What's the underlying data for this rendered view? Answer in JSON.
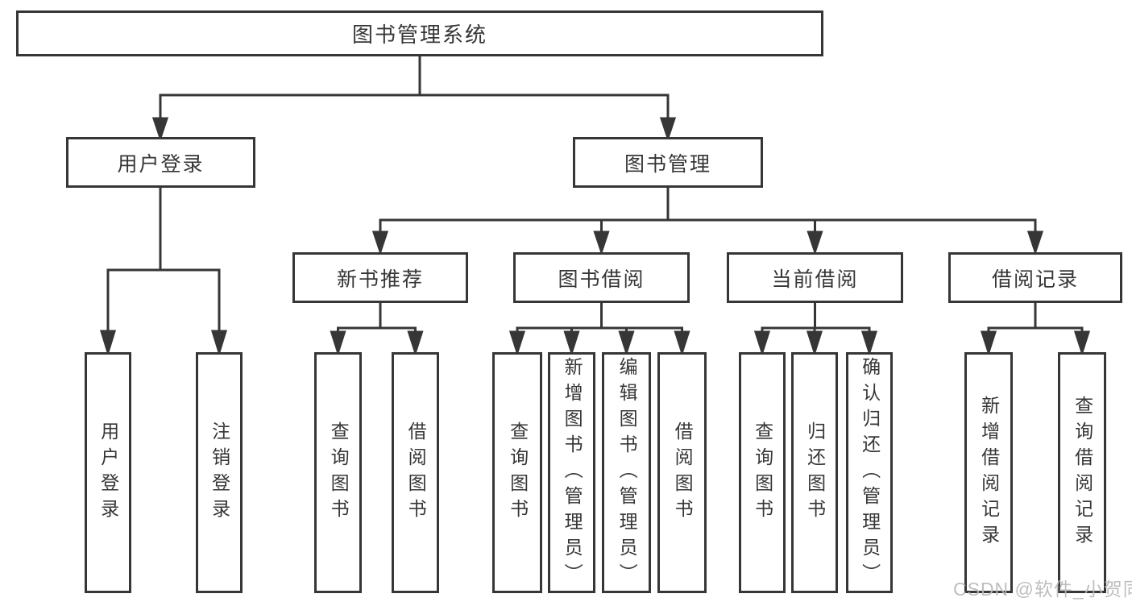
{
  "diagram": {
    "root": "图书管理系统",
    "user_login_branch": {
      "label": "用户登录",
      "children": [
        "用户登录",
        "注销登录"
      ]
    },
    "book_mgmt_branch": {
      "label": "图书管理",
      "sections": [
        {
          "label": "新书推荐",
          "children": [
            "查询图书",
            "借阅图书"
          ]
        },
        {
          "label": "图书借阅",
          "children": [
            "查询图书",
            "新增图书（管理员）",
            "编辑图书（管理员）",
            "借阅图书"
          ]
        },
        {
          "label": "当前借阅",
          "children": [
            "查询图书",
            "归还图书",
            "确认归还（管理员）"
          ]
        },
        {
          "label": "借阅记录",
          "children": [
            "新增借阅记录",
            "查询借阅记录"
          ]
        }
      ]
    }
  },
  "watermark": "CSDN @软件_小贺同学",
  "colors": {
    "line": "#363636",
    "box_fill": "#ffffff",
    "text": "#363636",
    "watermark": "#b9b9b9"
  }
}
